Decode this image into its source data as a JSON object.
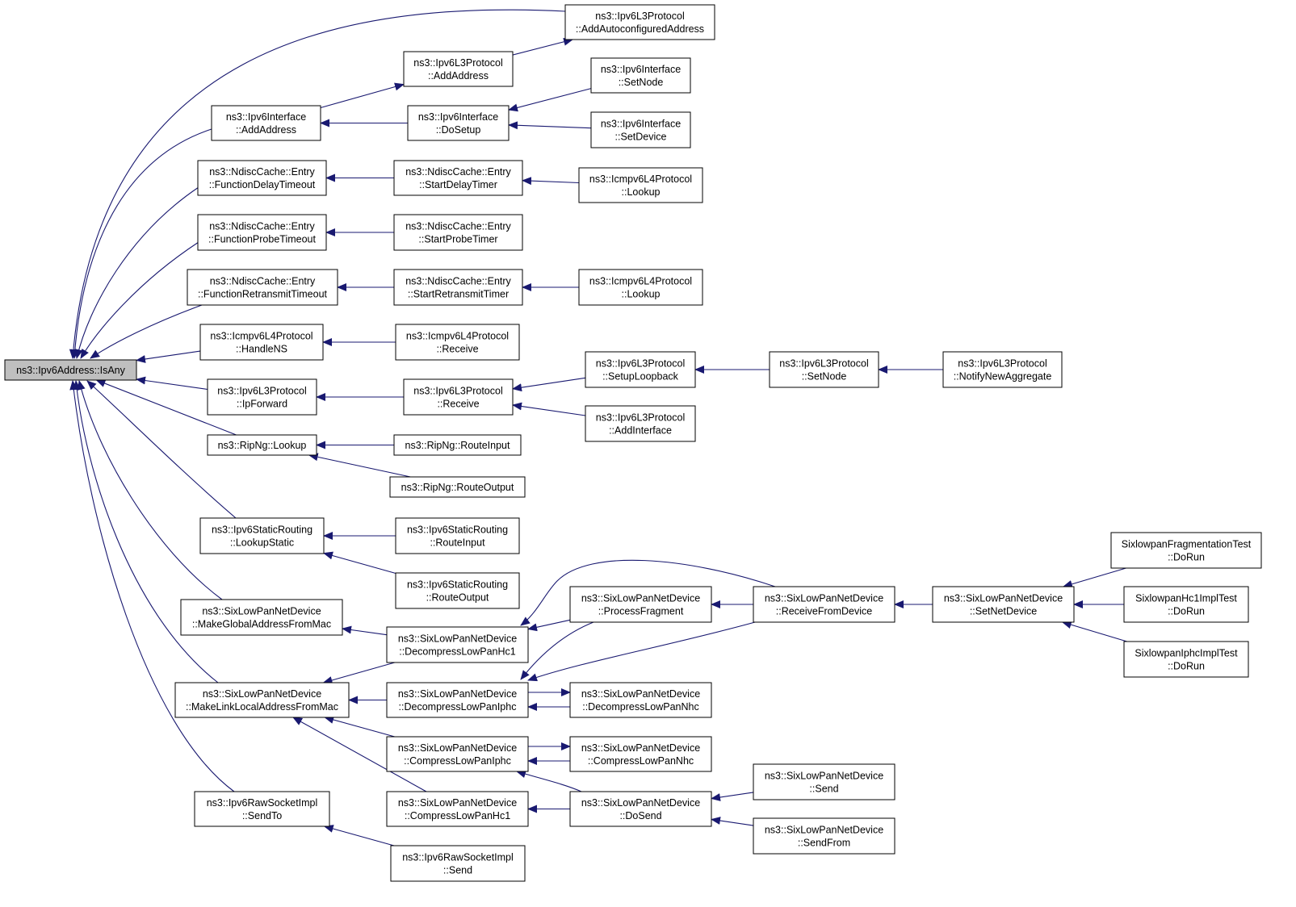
{
  "colors": {
    "edge": "#191970",
    "node_border": "#000000",
    "node_fill": "#ffffff",
    "root_fill": "#bfbfbf",
    "text": "#000000"
  },
  "nodes": {
    "isany": [
      "ns3::Ipv6Address::IsAny"
    ],
    "l3_addauto": [
      "ns3::Ipv6L3Protocol",
      "::AddAutoconfiguredAddress"
    ],
    "l3_addaddr": [
      "ns3::Ipv6L3Protocol",
      "::AddAddress"
    ],
    "if_addaddr": [
      "ns3::Ipv6Interface",
      "::AddAddress"
    ],
    "if_dosetup": [
      "ns3::Ipv6Interface",
      "::DoSetup"
    ],
    "if_setnode": [
      "ns3::Ipv6Interface",
      "::SetNode"
    ],
    "if_setdevice": [
      "ns3::Ipv6Interface",
      "::SetDevice"
    ],
    "nd_fdelay": [
      "ns3::NdiscCache::Entry",
      "::FunctionDelayTimeout"
    ],
    "nd_sdelay": [
      "ns3::NdiscCache::Entry",
      "::StartDelayTimer"
    ],
    "icmp_lookup1": [
      "ns3::Icmpv6L4Protocol",
      "::Lookup"
    ],
    "nd_fprobe": [
      "ns3::NdiscCache::Entry",
      "::FunctionProbeTimeout"
    ],
    "nd_sprobe": [
      "ns3::NdiscCache::Entry",
      "::StartProbeTimer"
    ],
    "nd_fretrans": [
      "ns3::NdiscCache::Entry",
      "::FunctionRetransmitTimeout"
    ],
    "nd_sretrans": [
      "ns3::NdiscCache::Entry",
      "::StartRetransmitTimer"
    ],
    "icmp_lookup2": [
      "ns3::Icmpv6L4Protocol",
      "::Lookup"
    ],
    "icmp_handlens": [
      "ns3::Icmpv6L4Protocol",
      "::HandleNS"
    ],
    "icmp_receive": [
      "ns3::Icmpv6L4Protocol",
      "::Receive"
    ],
    "l3_setuploop": [
      "ns3::Ipv6L3Protocol",
      "::SetupLoopback"
    ],
    "l3_setnode": [
      "ns3::Ipv6L3Protocol",
      "::SetNode"
    ],
    "l3_notify": [
      "ns3::Ipv6L3Protocol",
      "::NotifyNewAggregate"
    ],
    "l3_ipforward": [
      "ns3::Ipv6L3Protocol",
      "::IpForward"
    ],
    "l3_receive": [
      "ns3::Ipv6L3Protocol",
      "::Receive"
    ],
    "l3_addiface": [
      "ns3::Ipv6L3Protocol",
      "::AddInterface"
    ],
    "rip_lookup": [
      "ns3::RipNg::Lookup"
    ],
    "rip_rin": [
      "ns3::RipNg::RouteInput"
    ],
    "rip_rout": [
      "ns3::RipNg::RouteOutput"
    ],
    "sr_lookup": [
      "ns3::Ipv6StaticRouting",
      "::LookupStatic"
    ],
    "sr_rin": [
      "ns3::Ipv6StaticRouting",
      "::RouteInput"
    ],
    "sr_rout": [
      "ns3::Ipv6StaticRouting",
      "::RouteOutput"
    ],
    "sl_mkglobal": [
      "ns3::SixLowPanNetDevice",
      "::MakeGlobalAddressFromMac"
    ],
    "sl_dechc1": [
      "ns3::SixLowPanNetDevice",
      "::DecompressLowPanHc1"
    ],
    "sl_procfrag": [
      "ns3::SixLowPanNetDevice",
      "::ProcessFragment"
    ],
    "sl_recvdev": [
      "ns3::SixLowPanNetDevice",
      "::ReceiveFromDevice"
    ],
    "sl_setnetdev": [
      "ns3::SixLowPanNetDevice",
      "::SetNetDevice"
    ],
    "t_frag": [
      "SixlowpanFragmentationTest",
      "::DoRun"
    ],
    "t_hc1": [
      "SixlowpanHc1ImplTest",
      "::DoRun"
    ],
    "t_iphc": [
      "SixlowpanIphcImplTest",
      "::DoRun"
    ],
    "sl_mklinklocal": [
      "ns3::SixLowPanNetDevice",
      "::MakeLinkLocalAddressFromMac"
    ],
    "sl_deciphc": [
      "ns3::SixLowPanNetDevice",
      "::DecompressLowPanIphc"
    ],
    "sl_decnhc": [
      "ns3::SixLowPanNetDevice",
      "::DecompressLowPanNhc"
    ],
    "sl_compiphc": [
      "ns3::SixLowPanNetDevice",
      "::CompressLowPanIphc"
    ],
    "sl_compnhc": [
      "ns3::SixLowPanNetDevice",
      "::CompressLowPanNhc"
    ],
    "sl_send": [
      "ns3::SixLowPanNetDevice",
      "::Send"
    ],
    "sl_comphc1": [
      "ns3::SixLowPanNetDevice",
      "::CompressLowPanHc1"
    ],
    "sl_dosend": [
      "ns3::SixLowPanNetDevice",
      "::DoSend"
    ],
    "sl_sendfrom": [
      "ns3::SixLowPanNetDevice",
      "::SendFrom"
    ],
    "raw_sendto": [
      "ns3::Ipv6RawSocketImpl",
      "::SendTo"
    ],
    "raw_send": [
      "ns3::Ipv6RawSocketImpl",
      "::Send"
    ]
  },
  "edges": [
    [
      "l3_addauto",
      "isany"
    ],
    [
      "if_addaddr",
      "isany"
    ],
    [
      "nd_fdelay",
      "isany"
    ],
    [
      "nd_fprobe",
      "isany"
    ],
    [
      "nd_fretrans",
      "isany"
    ],
    [
      "icmp_handlens",
      "isany"
    ],
    [
      "l3_ipforward",
      "isany"
    ],
    [
      "rip_lookup",
      "isany"
    ],
    [
      "sr_lookup",
      "isany"
    ],
    [
      "sl_mkglobal",
      "isany"
    ],
    [
      "sl_mklinklocal",
      "isany"
    ],
    [
      "raw_sendto",
      "isany"
    ],
    [
      "l3_addaddr",
      "l3_addauto"
    ],
    [
      "if_addaddr",
      "l3_addaddr"
    ],
    [
      "if_dosetup",
      "if_addaddr"
    ],
    [
      "if_setnode",
      "if_dosetup"
    ],
    [
      "if_setdevice",
      "if_dosetup"
    ],
    [
      "nd_sdelay",
      "nd_fdelay"
    ],
    [
      "icmp_lookup1",
      "nd_sdelay"
    ],
    [
      "nd_sprobe",
      "nd_fprobe"
    ],
    [
      "nd_sretrans",
      "nd_fretrans"
    ],
    [
      "icmp_lookup2",
      "nd_sretrans"
    ],
    [
      "icmp_receive",
      "icmp_handlens"
    ],
    [
      "l3_receive",
      "l3_ipforward"
    ],
    [
      "l3_setuploop",
      "l3_receive"
    ],
    [
      "l3_addiface",
      "l3_receive"
    ],
    [
      "l3_setnode",
      "l3_setuploop"
    ],
    [
      "l3_notify",
      "l3_setnode"
    ],
    [
      "rip_rin",
      "rip_lookup"
    ],
    [
      "rip_rout",
      "rip_lookup"
    ],
    [
      "sr_rin",
      "sr_lookup"
    ],
    [
      "sr_rout",
      "sr_lookup"
    ],
    [
      "sl_dechc1",
      "sl_mkglobal"
    ],
    [
      "sl_dechc1",
      "sl_mklinklocal"
    ],
    [
      "sl_deciphc",
      "sl_mklinklocal"
    ],
    [
      "sl_compiphc",
      "sl_mklinklocal"
    ],
    [
      "sl_comphc1",
      "sl_mklinklocal"
    ],
    [
      "sl_procfrag",
      "sl_dechc1"
    ],
    [
      "sl_recvdev",
      "sl_dechc1"
    ],
    [
      "sl_procfrag",
      "sl_deciphc"
    ],
    [
      "sl_recvdev",
      "sl_deciphc"
    ],
    [
      "sl_decnhc",
      "sl_deciphc"
    ],
    [
      "sl_deciphc",
      "sl_decnhc"
    ],
    [
      "sl_recvdev",
      "sl_procfrag"
    ],
    [
      "sl_setnetdev",
      "sl_recvdev"
    ],
    [
      "t_frag",
      "sl_setnetdev"
    ],
    [
      "t_hc1",
      "sl_setnetdev"
    ],
    [
      "t_iphc",
      "sl_setnetdev"
    ],
    [
      "sl_compnhc",
      "sl_compiphc"
    ],
    [
      "sl_compiphc",
      "sl_compnhc"
    ],
    [
      "sl_dosend",
      "sl_compiphc"
    ],
    [
      "sl_dosend",
      "sl_comphc1"
    ],
    [
      "sl_send",
      "sl_dosend"
    ],
    [
      "sl_sendfrom",
      "sl_dosend"
    ],
    [
      "raw_send",
      "raw_sendto"
    ]
  ]
}
